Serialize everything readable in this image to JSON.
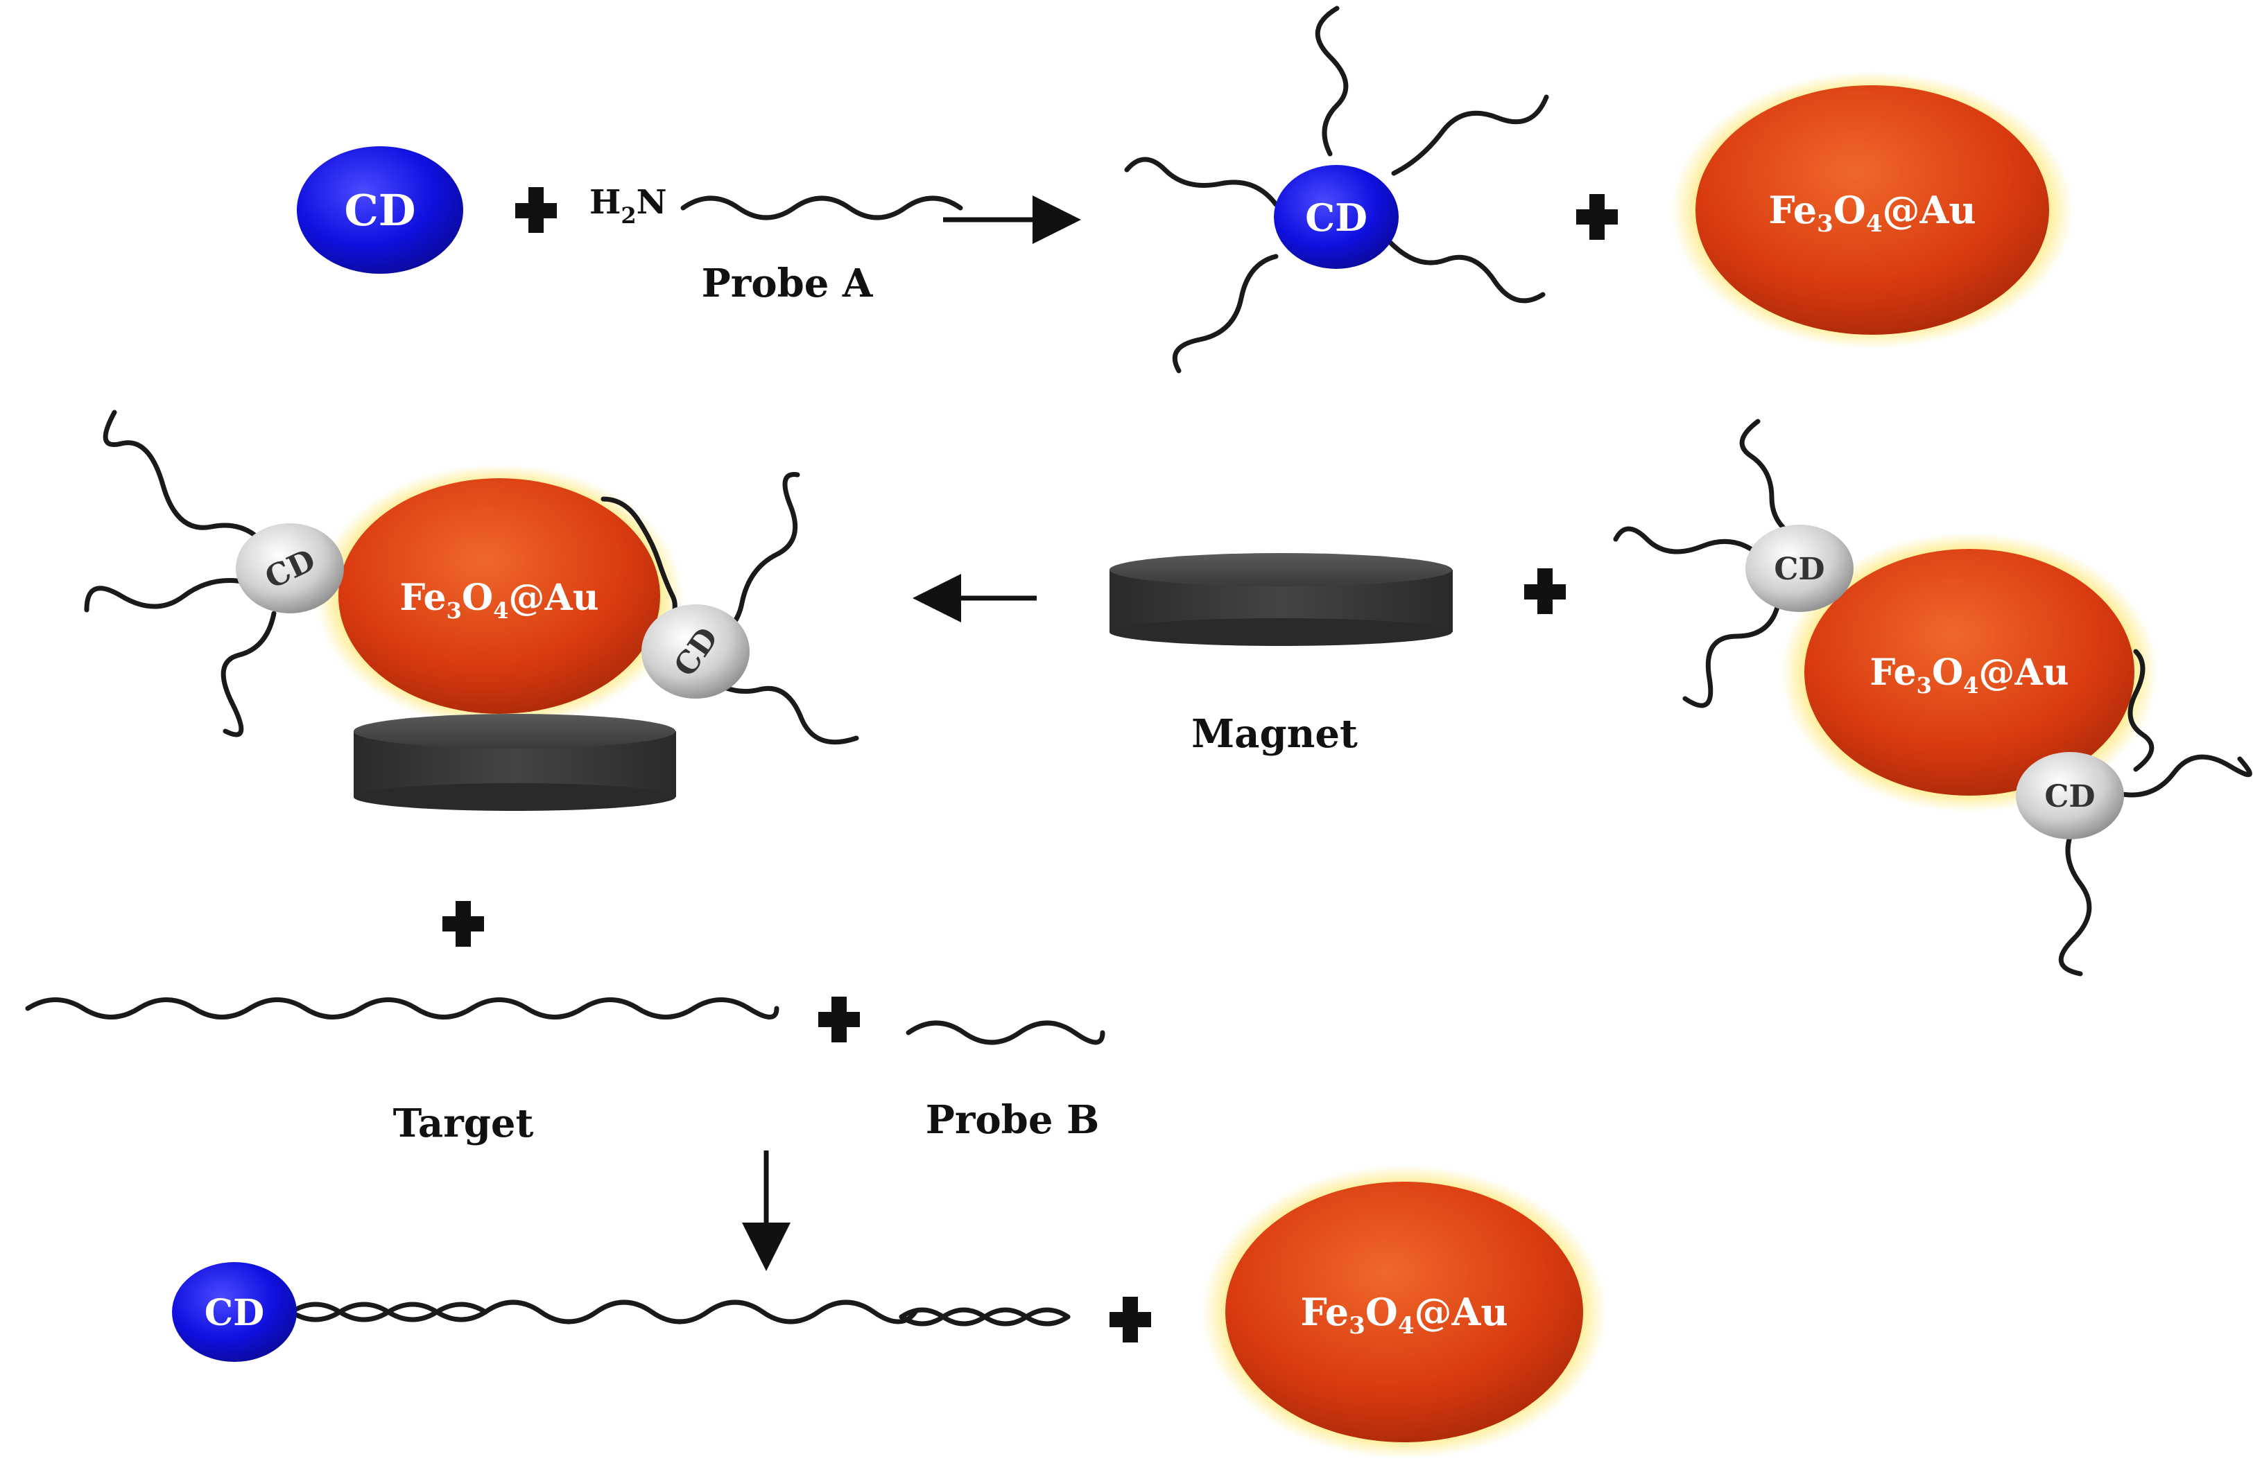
{
  "labels": {
    "cd": "CD",
    "amine_h": "H",
    "amine_sub": "2",
    "amine_n": "N",
    "probe_a": "Probe A",
    "fe": "Fe",
    "fe_sub1": "3",
    "o": "O",
    "fe_sub2": "4",
    "at_au": "@Au",
    "magnet": "Magnet",
    "target": "Target",
    "probe_b": "Probe B"
  },
  "colors": {
    "cd_blue": "#1010e0",
    "nanoparticle_red": "#d83a10",
    "gold_glow": "#ffe14a",
    "cd_quenched": "#c8c8c8",
    "magnet": "#333333"
  },
  "icons": {
    "plus": "plus-sign-icon",
    "arrow": "reaction-arrow-icon"
  }
}
